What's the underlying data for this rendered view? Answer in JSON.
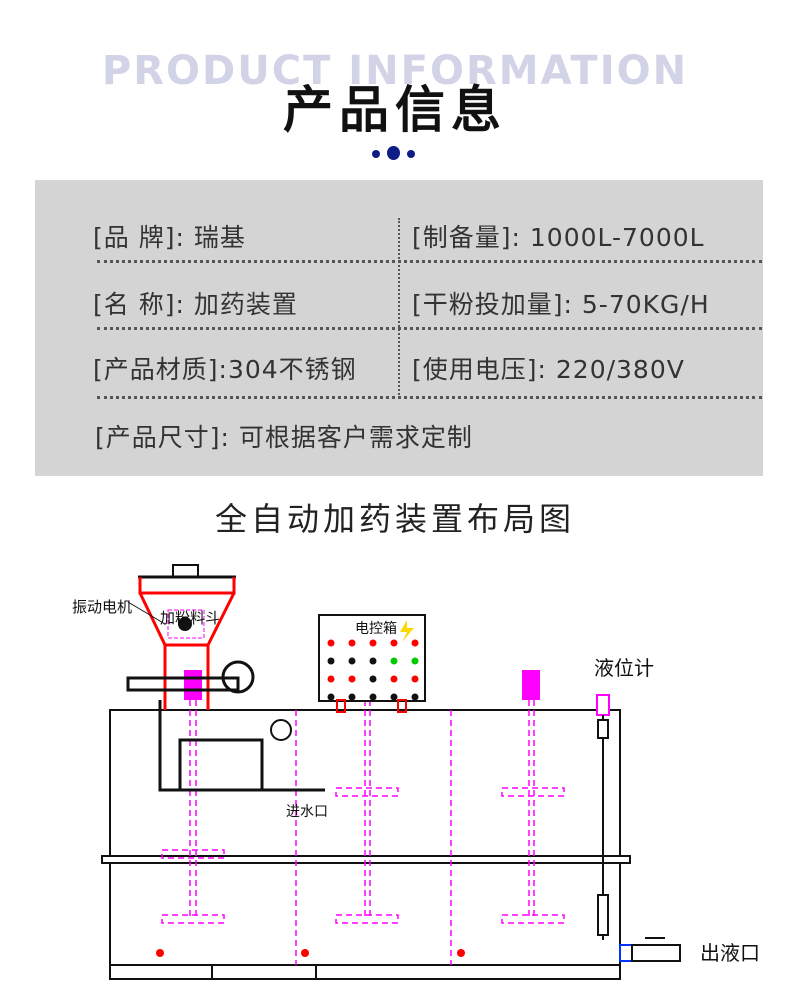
{
  "header": {
    "title_en": "PRODUCT INFORMATION",
    "title_cn": "产品信息"
  },
  "specs": [
    {
      "label": "[品  牌]: ",
      "value": "瑞基"
    },
    {
      "label": "[制备量]: ",
      "value": "1000L-7000L"
    },
    {
      "label": "[名  称]: ",
      "value": "加药装置"
    },
    {
      "label": "[干粉投加量]: ",
      "value": "5-70KG/H"
    },
    {
      "label": "[产品材质]:",
      "value": "304不锈钢"
    },
    {
      "label": "[使用电压]: ",
      "value": "220/380V"
    },
    {
      "label": "[产品尺寸]: ",
      "value": "可根据客户需求定制"
    }
  ],
  "diagram": {
    "title": "全自动加药装置布局图",
    "labels": {
      "motor": "振动电机",
      "hopper": "加粉料斗",
      "control_box": "电控箱",
      "level_gauge": "液位计",
      "inlet": "进水口",
      "outlet": "出液口"
    }
  },
  "colors": {
    "accent": "#0f1c86",
    "panel": "#d4d4d4",
    "magenta": "#ff00ff",
    "red": "#ff0000"
  }
}
